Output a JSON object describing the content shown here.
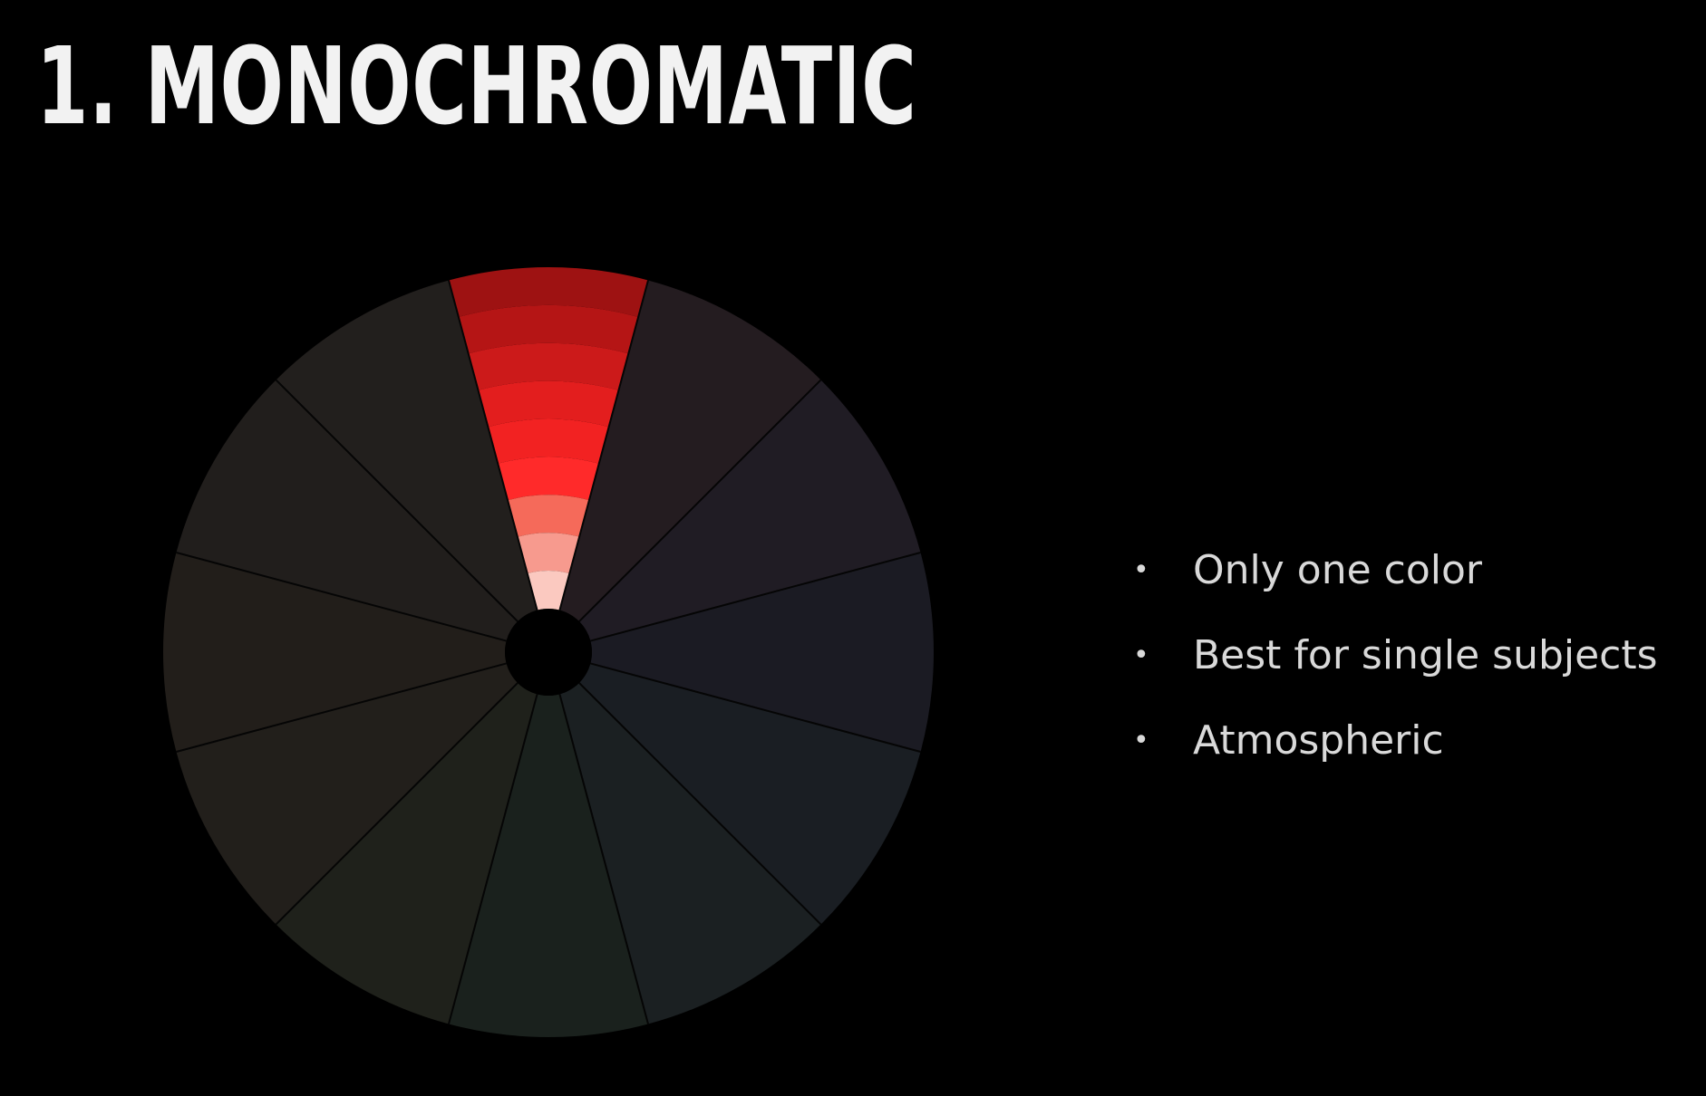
{
  "slide": {
    "title": "1. MONOCHROMATIC",
    "background": "#000000"
  },
  "color_wheel": {
    "segment_count": 12,
    "highlighted_segment": "red",
    "highlight_bands": [
      "#9e1212",
      "#b51515",
      "#cc1a1a",
      "#e31e1e",
      "#f22222",
      "#ff2a2a",
      "#f56a5a",
      "#f79a8e",
      "#fbc9c0"
    ],
    "muted_segments": [
      {
        "name": "red-violet",
        "color": "#241c20"
      },
      {
        "name": "violet",
        "color": "#201c24"
      },
      {
        "name": "blue-violet",
        "color": "#1b1b23"
      },
      {
        "name": "blue",
        "color": "#1a1e23"
      },
      {
        "name": "blue-green",
        "color": "#1b2022"
      },
      {
        "name": "green",
        "color": "#1a211d"
      },
      {
        "name": "yellow-green",
        "color": "#1f211b"
      },
      {
        "name": "yellow",
        "color": "#221f1b"
      },
      {
        "name": "orange",
        "color": "#221e1a"
      },
      {
        "name": "red-orange",
        "color": "#211e1c"
      },
      {
        "name": "orange-red",
        "color": "#221f1d"
      }
    ],
    "divider_color": "#050505",
    "center_color": "#000000"
  },
  "bullets": {
    "marker": "•",
    "items": [
      "Only one color",
      "Best for single subjects",
      "Atmospheric"
    ],
    "text_color": "#d9d9d9"
  }
}
